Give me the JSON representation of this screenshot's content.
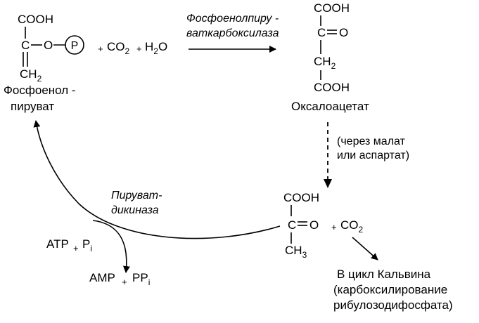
{
  "pep": {
    "cooh": "COOH",
    "c": "C",
    "o": "O",
    "p": "P",
    "ch2": "CH",
    "ch2_sub": "2",
    "name_line1": "Фосфоенол -",
    "name_line2": "пируват"
  },
  "reactants": {
    "plus1": "+",
    "co2": "CO",
    "co2_sub": "2",
    "plus2": "+",
    "h2o": "H",
    "h2o_sub": "2",
    "h2o_end": "O"
  },
  "enzyme1": {
    "line1": "Фосфоенолпиру -",
    "line2": "ваткарбоксилаза"
  },
  "oxaloacetate": {
    "cooh_top": "COOH",
    "c": "C",
    "o": "O",
    "ch2": "CH",
    "ch2_sub": "2",
    "cooh_bottom": "COOH",
    "name": "Оксалоацетат"
  },
  "via": {
    "line1": "(через малат",
    "line2": "или аспартат)"
  },
  "pyruvate": {
    "cooh": "COOH",
    "c": "C",
    "o": "O",
    "ch3": "CH",
    "ch3_sub": "3",
    "plus": "+",
    "co2": "CO",
    "co2_sub": "2"
  },
  "calvin": {
    "line1": "В цикл Кальвина",
    "line2": "(карбоксилирование",
    "line3": "рибулозодифосфата)"
  },
  "enzyme2": {
    "line1": "Пируват-",
    "line2": "дикиназа"
  },
  "atp": {
    "atp": "ATP",
    "plus": "+",
    "p": "P",
    "p_sub": "i"
  },
  "amp": {
    "amp": "AMP",
    "plus": "+",
    "pp": "PP",
    "pp_sub": "i"
  }
}
